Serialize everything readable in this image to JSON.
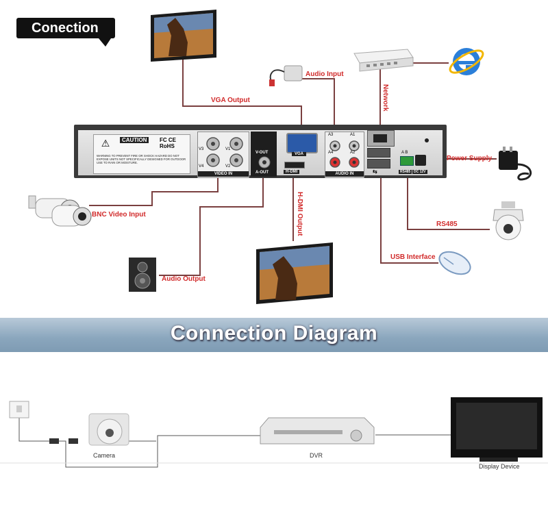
{
  "title": "Conection",
  "banner": "Connection Diagram",
  "callouts": {
    "vga_output": "VGA Output",
    "audio_input": "Audio Input",
    "network": "Network",
    "power_supply": "Power Supply",
    "bnc_video_input": "BNC Video Input",
    "hdmi_output": "H-DMI Output",
    "rs485": "RS485",
    "usb_interface": "USB Interface",
    "audio_output": "Audio Output"
  },
  "panel": {
    "caution": "CAUTION",
    "certs": "FC CE RoHS",
    "warning_text": "WARNING TO PREVENT FIRE OR SHOCK HAZARD DO NOT EXPOSE UNITS NOT SPECIFICALLY DESIGNED FOR OUTDOOR USE TO RAIN OR MOISTURE.",
    "video_in": "VIDEO IN",
    "v_out": "V-OUT",
    "a_out": "A-OUT",
    "vga": "VGA",
    "hdmi": "H-DMI",
    "audio_in": "AUDIO IN",
    "rs485": "RS485",
    "dc12v": "DC 12V",
    "ch": [
      "V3",
      "V1",
      "V4",
      "V2"
    ],
    "audio_ch": [
      "A3",
      "A1",
      "A4",
      "A2"
    ],
    "ab": "A  B"
  },
  "bottom": {
    "camera": "Camera",
    "dvr": "DVR",
    "display": "Display Device"
  },
  "colors": {
    "line": "#7a3f3f",
    "callout": "#d12a2a",
    "banner": "#8aa6bd"
  }
}
